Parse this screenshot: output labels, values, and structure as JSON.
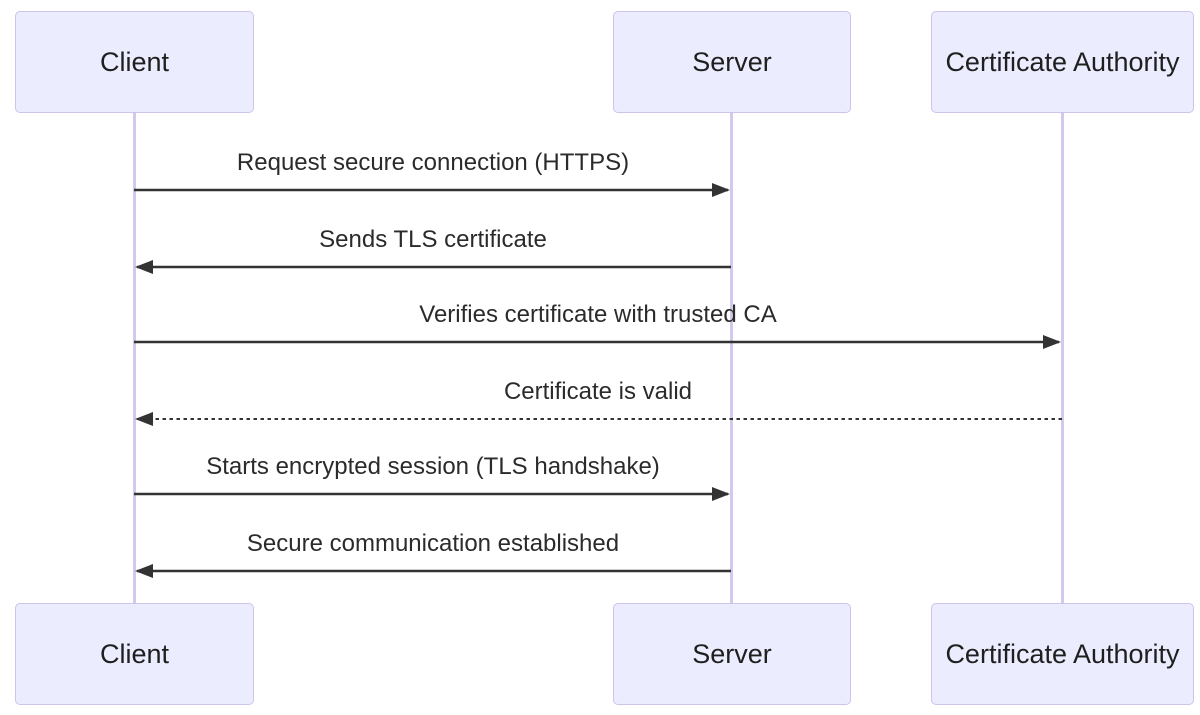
{
  "diagram": {
    "type": "sequence-diagram",
    "actors": [
      {
        "id": "client",
        "label": "Client"
      },
      {
        "id": "server",
        "label": "Server"
      },
      {
        "id": "ca",
        "label": "Certificate Authority"
      }
    ],
    "messages": [
      {
        "from": "client",
        "to": "server",
        "label": "Request secure connection (HTTPS)",
        "style": "solid"
      },
      {
        "from": "server",
        "to": "client",
        "label": "Sends TLS certificate",
        "style": "solid"
      },
      {
        "from": "client",
        "to": "ca",
        "label": "Verifies certificate with trusted CA",
        "style": "solid"
      },
      {
        "from": "ca",
        "to": "client",
        "label": "Certificate is valid",
        "style": "dashed"
      },
      {
        "from": "client",
        "to": "server",
        "label": "Starts encrypted session (TLS handshake)",
        "style": "solid"
      },
      {
        "from": "server",
        "to": "client",
        "label": "Secure communication established",
        "style": "solid"
      }
    ],
    "colors": {
      "actor_fill": "#ECECFF",
      "actor_border": "#CFC3EA",
      "lifeline": "#D5C8EE",
      "arrow": "#333333",
      "text": "#2b2b2b",
      "background": "#ffffff"
    }
  }
}
